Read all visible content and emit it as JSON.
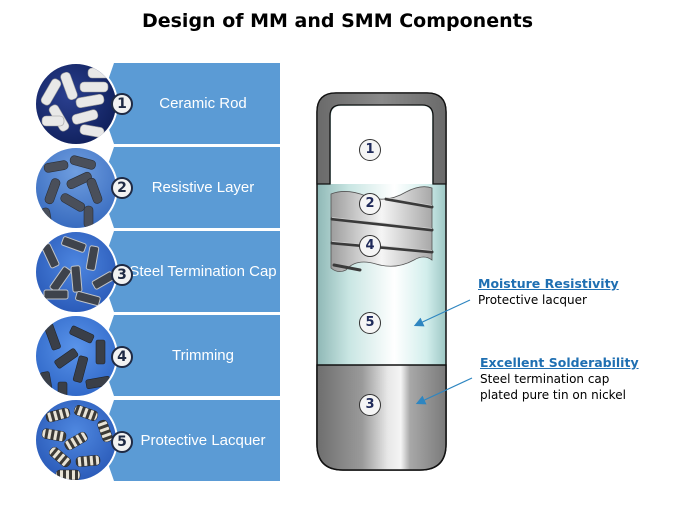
{
  "title": "Design of MM and SMM Components",
  "steps": [
    {
      "number": "1",
      "label": "Ceramic Rod",
      "photo_icon": "white-ceramic-rods-photo"
    },
    {
      "number": "2",
      "label": "Resistive Layer",
      "photo_icon": "coated-rods-photo"
    },
    {
      "number": "3",
      "label": "Steel Termination Cap",
      "photo_icon": "capped-rods-photo"
    },
    {
      "number": "4",
      "label": "Trimming",
      "photo_icon": "trimmed-rods-photo"
    },
    {
      "number": "5",
      "label": "Protective Lacquer",
      "photo_icon": "lacquered-resistors-photo"
    }
  ],
  "diagram": {
    "markers": [
      "1",
      "2",
      "4",
      "5",
      "3"
    ]
  },
  "callouts": [
    {
      "heading": "Moisture Resistivity",
      "lines": [
        "Protective lacquer"
      ]
    },
    {
      "heading": "Excellent Solderability",
      "lines": [
        "Steel termination cap",
        "plated pure tin on nickel"
      ]
    }
  ],
  "colors": {
    "bar": "#5b9bd5",
    "callout_heading": "#1f6fb2",
    "arrow": "#2e86c1",
    "badge_text": "#1f2a44"
  }
}
